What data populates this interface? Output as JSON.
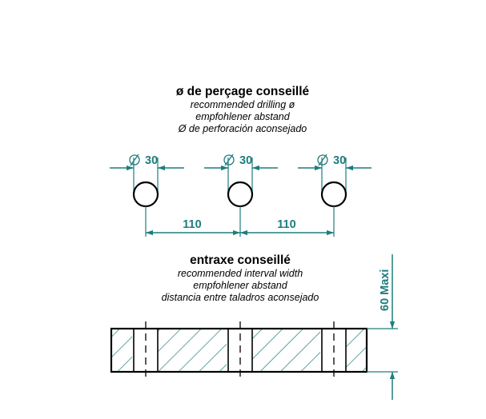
{
  "drilling": {
    "title": "ø de perçage conseillé",
    "lines": [
      "recommended drilling ø",
      "empfohlener abstand",
      "Ø de perforación aconsejado"
    ],
    "hole_dia_label": "30",
    "spacing_label": "110"
  },
  "interval": {
    "title": "entraxe conseillé",
    "lines": [
      "recommended interval width",
      "empfohlener abstand",
      "distancia entre taladros aconsejado"
    ],
    "max_label": "60 Maxi"
  },
  "colors": {
    "dimension": "#1f7d7d",
    "outline": "#000000",
    "hatch": "#1f7d7d"
  }
}
